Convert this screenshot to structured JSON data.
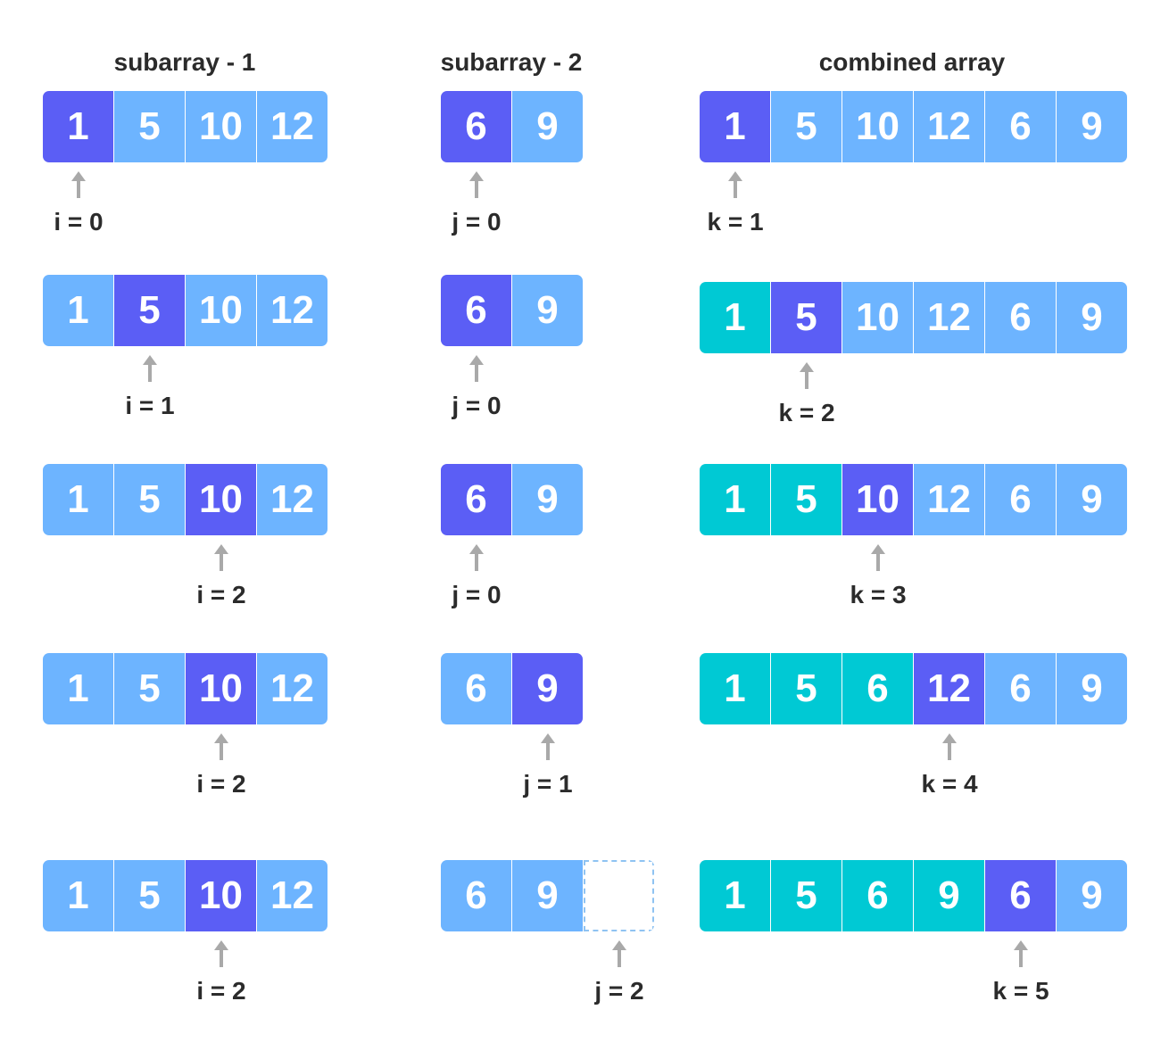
{
  "titles": [
    "subarray - 1",
    "subarray - 2",
    "combined array"
  ],
  "colors": {
    "default_cell": "#6db4ff",
    "current_cell": "#5b5ef5",
    "merged_cell": "#00c9d4",
    "pointer_arrow": "#a9a9a9",
    "text": "#2b2b2b"
  },
  "rows": [
    {
      "sub1": {
        "cells": [
          {
            "v": "1",
            "s": "current"
          },
          {
            "v": "5",
            "s": "default"
          },
          {
            "v": "10",
            "s": "default"
          },
          {
            "v": "12",
            "s": "default"
          }
        ],
        "pointer": {
          "index": 0,
          "label": "i = 0"
        }
      },
      "sub2": {
        "cells": [
          {
            "v": "6",
            "s": "current"
          },
          {
            "v": "9",
            "s": "default"
          }
        ],
        "pointer": {
          "index": 0,
          "label": "j = 0"
        }
      },
      "combined": {
        "cells": [
          {
            "v": "1",
            "s": "current"
          },
          {
            "v": "5",
            "s": "default"
          },
          {
            "v": "10",
            "s": "default"
          },
          {
            "v": "12",
            "s": "default"
          },
          {
            "v": "6",
            "s": "default"
          },
          {
            "v": "9",
            "s": "default"
          }
        ],
        "pointer": {
          "index": 0,
          "label": "k = 1"
        }
      }
    },
    {
      "sub1": {
        "cells": [
          {
            "v": "1",
            "s": "default"
          },
          {
            "v": "5",
            "s": "current"
          },
          {
            "v": "10",
            "s": "default"
          },
          {
            "v": "12",
            "s": "default"
          }
        ],
        "pointer": {
          "index": 1,
          "label": "i = 1"
        }
      },
      "sub2": {
        "cells": [
          {
            "v": "6",
            "s": "current"
          },
          {
            "v": "9",
            "s": "default"
          }
        ],
        "pointer": {
          "index": 0,
          "label": "j = 0"
        }
      },
      "combined": {
        "cells": [
          {
            "v": "1",
            "s": "merged"
          },
          {
            "v": "5",
            "s": "current"
          },
          {
            "v": "10",
            "s": "default"
          },
          {
            "v": "12",
            "s": "default"
          },
          {
            "v": "6",
            "s": "default"
          },
          {
            "v": "9",
            "s": "default"
          }
        ],
        "pointer": {
          "index": 1,
          "label": "k = 2"
        }
      }
    },
    {
      "sub1": {
        "cells": [
          {
            "v": "1",
            "s": "default"
          },
          {
            "v": "5",
            "s": "default"
          },
          {
            "v": "10",
            "s": "current"
          },
          {
            "v": "12",
            "s": "default"
          }
        ],
        "pointer": {
          "index": 2,
          "label": "i = 2"
        }
      },
      "sub2": {
        "cells": [
          {
            "v": "6",
            "s": "current"
          },
          {
            "v": "9",
            "s": "default"
          }
        ],
        "pointer": {
          "index": 0,
          "label": "j = 0"
        }
      },
      "combined": {
        "cells": [
          {
            "v": "1",
            "s": "merged"
          },
          {
            "v": "5",
            "s": "merged"
          },
          {
            "v": "10",
            "s": "current"
          },
          {
            "v": "12",
            "s": "default"
          },
          {
            "v": "6",
            "s": "default"
          },
          {
            "v": "9",
            "s": "default"
          }
        ],
        "pointer": {
          "index": 2,
          "label": "k = 3"
        }
      }
    },
    {
      "sub1": {
        "cells": [
          {
            "v": "1",
            "s": "default"
          },
          {
            "v": "5",
            "s": "default"
          },
          {
            "v": "10",
            "s": "current"
          },
          {
            "v": "12",
            "s": "default"
          }
        ],
        "pointer": {
          "index": 2,
          "label": "i = 2"
        }
      },
      "sub2": {
        "cells": [
          {
            "v": "6",
            "s": "default"
          },
          {
            "v": "9",
            "s": "current"
          }
        ],
        "pointer": {
          "index": 1,
          "label": "j = 1"
        }
      },
      "combined": {
        "cells": [
          {
            "v": "1",
            "s": "merged"
          },
          {
            "v": "5",
            "s": "merged"
          },
          {
            "v": "6",
            "s": "merged"
          },
          {
            "v": "12",
            "s": "current"
          },
          {
            "v": "6",
            "s": "default"
          },
          {
            "v": "9",
            "s": "default"
          }
        ],
        "pointer": {
          "index": 3,
          "label": "k = 4"
        }
      }
    },
    {
      "sub1": {
        "cells": [
          {
            "v": "1",
            "s": "default"
          },
          {
            "v": "5",
            "s": "default"
          },
          {
            "v": "10",
            "s": "current"
          },
          {
            "v": "12",
            "s": "default"
          }
        ],
        "pointer": {
          "index": 2,
          "label": "i = 2"
        }
      },
      "sub2": {
        "cells": [
          {
            "v": "6",
            "s": "default"
          },
          {
            "v": "9",
            "s": "default"
          },
          {
            "v": "",
            "s": "placeholder"
          }
        ],
        "pointer": {
          "index": 2,
          "label": "j = 2"
        }
      },
      "combined": {
        "cells": [
          {
            "v": "1",
            "s": "merged"
          },
          {
            "v": "5",
            "s": "merged"
          },
          {
            "v": "6",
            "s": "merged"
          },
          {
            "v": "9",
            "s": "merged"
          },
          {
            "v": "6",
            "s": "current"
          },
          {
            "v": "9",
            "s": "default"
          }
        ],
        "pointer": {
          "index": 4,
          "label": "k = 5"
        }
      }
    }
  ]
}
